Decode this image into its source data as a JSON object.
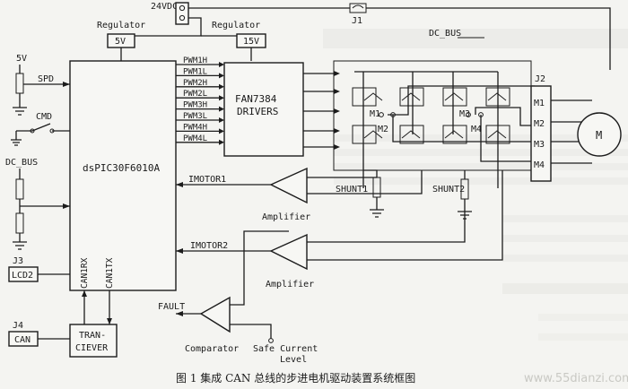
{
  "header": {
    "supply_label": "24VDC",
    "regulator_5v_label": "Regulator",
    "regulator_5v_value": "5V",
    "regulator_15v_label": "Regulator",
    "regulator_15v_value": "15V",
    "fuse_label": "J1",
    "dc_bus_label": "DC_BUS"
  },
  "left": {
    "v5": "5V",
    "spd": "SPD",
    "cmd": "CMD",
    "dc_bus": "DC_BUS",
    "j3": "J3",
    "lcd_box": "LCD2",
    "j4": "J4",
    "can_box": "CAN",
    "transceiver_line1": "TRAN-",
    "transceiver_line2": "CIEVER"
  },
  "mcu": {
    "name": "dsPIC30F6010A",
    "can_rx": "CAN1RX",
    "can_tx": "CAN1TX"
  },
  "pwm": [
    "PWM1H",
    "PWM1L",
    "PWM2H",
    "PWM2L",
    "PWM3H",
    "PWM3L",
    "PWM4H",
    "PWM4L"
  ],
  "driver": {
    "line1": "FAN7384",
    "line2": "DRIVERS"
  },
  "bridge": {
    "m1": "M1",
    "m2": "M2",
    "m3": "M3",
    "m4": "M4"
  },
  "shunts": {
    "s1": "SHUNT1",
    "s2": "SHUNT2"
  },
  "connector": {
    "label": "J2",
    "pins": [
      "M1",
      "M2",
      "M3",
      "M4"
    ]
  },
  "motor_label": "M",
  "feedback": {
    "imotor1": "IMOTOR1",
    "imotor2": "IMOTOR2",
    "amp1": "Amplifier",
    "amp2": "Amplifier",
    "fault": "FAULT",
    "comparator": "Comparator",
    "safe_line1": "Safe Current",
    "safe_line2": "Level"
  },
  "caption": "图 1   集成 CAN 总线的步进电机驱动装置系统框图",
  "watermark": "www.55dianzi.com"
}
